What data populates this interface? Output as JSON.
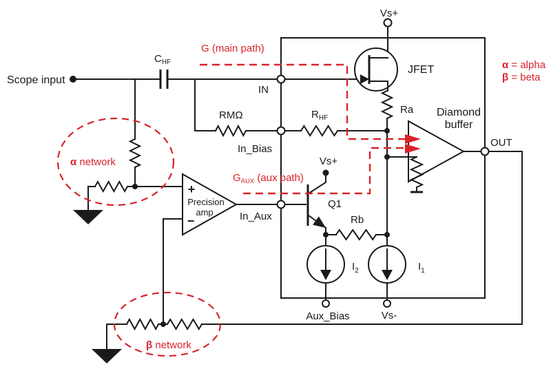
{
  "diagram": {
    "type": "circuit-schematic",
    "colors": {
      "background": "#ffffff",
      "wire": "#1a1a1a",
      "accent_red": "#d8232a"
    },
    "labels": {
      "scope_input": "Scope input",
      "c_hf": {
        "base": "C",
        "sub": "HF"
      },
      "g_main": "G (main path)",
      "in_node": "IN",
      "rm_ohm": "RMΩ",
      "in_bias": "In_Bias",
      "r_hf": {
        "base": "R",
        "sub": "HF"
      },
      "jfet": "JFET",
      "vs_plus_top": "Vs+",
      "ra": "Ra",
      "diamond_buffer": {
        "line1": "Diamond",
        "line2": "buffer"
      },
      "out_node": "OUT",
      "legend": {
        "alpha_sym": "α",
        "alpha_rest": " = alpha",
        "beta_sym": "β",
        "beta_rest": " = beta"
      },
      "g_aux": {
        "base": "G",
        "sub": "AUX",
        "rest": " (aux path)"
      },
      "vs_plus_q1": "Vs+",
      "q1": "Q1",
      "in_aux": "In_Aux",
      "rb": "Rb",
      "i2": {
        "base": "I",
        "sub": "2"
      },
      "i1": {
        "base": "I",
        "sub": "1"
      },
      "aux_bias": "Aux_Bias",
      "vs_minus": "Vs-",
      "precision_amp": {
        "line1": "Precision",
        "line2": "amp"
      },
      "plus_input": "+",
      "minus_input": "−",
      "alpha_network": {
        "sym": "α",
        "rest": " network"
      },
      "beta_network": {
        "sym": "β",
        "rest": " network"
      }
    }
  }
}
